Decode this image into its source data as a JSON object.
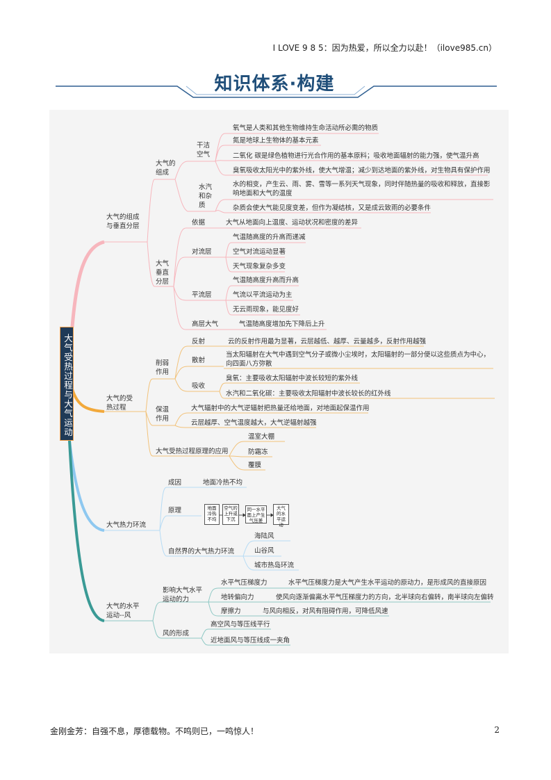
{
  "header": {
    "text": "I LOVE 9 8 5：因为热爱，所以全力以赴！（ilove985.cn）"
  },
  "title": "知识体系·构建",
  "root": "大气受热过程与大气运动",
  "b1": {
    "label": "大气的组成与垂直分层",
    "comp": {
      "label": "大气的组成",
      "dry": {
        "label": "干洁空气",
        "items": [
          "氧气是人类和其他生物维持生命活动所必需的物质",
          "氮是地球上生物体的基本元素",
          "二氧化 碳是绿色植物进行光合作用的基本原料；吸收地面辐射的能力强，使气温升高",
          "臭氧吸收太阳光中的紫外线，使大气增温；减少到达地面的紫外线，对生物具有保护作用"
        ]
      },
      "wv": {
        "label": "水汽和杂质",
        "items": [
          "水的相变，产生云、雨、雾、雪等一系列天气现象，同时伴随热量的吸收和释放，直接影响地面和大气的温度",
          "杂质会使大气能见度变差，但作为凝结核，又是成云致雨的必要条件"
        ]
      }
    },
    "layers": {
      "label": "大气垂直分层",
      "basis": {
        "label": "依据",
        "text": "大气从地面向上温度、运动状况和密度的差异"
      },
      "tropo": {
        "label": "对流层",
        "items": [
          "气温随高度的升高而递减",
          "空气对流运动显著",
          "天气现象复杂多变"
        ]
      },
      "strato": {
        "label": "平流层",
        "items": [
          "气温随高度升高而升高",
          "气流以平流运动为主",
          "无云雨现象，能见度好"
        ]
      },
      "upper": {
        "label": "高层大气",
        "text": "气温随高度增加先下降后上升"
      }
    }
  },
  "b2": {
    "label": "大气的受热过程",
    "weaken": {
      "label": "削弱作用",
      "reflect": {
        "label": "反射",
        "text": "云的反射作用最为显著，云层越低、越厚、云量越多，反射作用越强"
      },
      "scatter": {
        "label": "散射",
        "text": "当太阳辐射在大气中遇到空气分子或微小尘埃时，太阳辐射的一部分便以这些质点为中心，向四面八方弥散"
      },
      "absorb": {
        "label": "吸收",
        "items": [
          "臭氧：主要吸收太阳辐射中波长较短的紫外线",
          "水汽和二氧化碳：主要吸收太阳辐射中波长较长的红外线"
        ]
      }
    },
    "keep": {
      "label": "保温作用",
      "items": [
        "大气辐射中的大气逆辐射把热量还给地面，对地面起保温作用",
        "云层越厚、空气温度越大，大气逆辐射越强"
      ]
    },
    "app": {
      "label": "大气受热过程原理的应用",
      "items": [
        "温室大棚",
        "防霜冻",
        "覆膜"
      ]
    }
  },
  "b3": {
    "label": "大气热力环流",
    "cause": {
      "label": "成因",
      "text": "地面冷热不均"
    },
    "principle": {
      "label": "原理",
      "boxes": [
        "地面冷热不均",
        "空气的上升或下沉",
        "同一水平面上产生气压差",
        "大气的水平运动"
      ]
    },
    "natural": {
      "label": "自然界的大气热力环流",
      "items": [
        "海陆风",
        "山谷风",
        "城市热岛环流"
      ]
    }
  },
  "b4": {
    "label": "大气的水平运动--风",
    "factors": {
      "label": "影响大气水平运动的力",
      "pgf": {
        "label": "水平气压梯度力",
        "text": "水平气压梯度力是大气产生水平运动的原动力，是形成风的直接原因"
      },
      "cor": {
        "label": "地转偏向力",
        "text": "使风向逐渐偏离水平气压梯度力的方向，北半球向右偏转，南半球向左偏转"
      },
      "fric": {
        "label": "摩擦力",
        "text": "与风向相反，对风有阻碍作用，可降低风速"
      }
    },
    "form": {
      "label": "风的形成",
      "items": [
        "高空风与等压线平行",
        "近地面风与等压线成一夹角"
      ]
    }
  },
  "footer": {
    "left": "金刚金芳：自强不息，厚德载物。不鸣则已，一鸣惊人！",
    "page": "2"
  },
  "colors": {
    "title": "#1f4e79",
    "branch1": "#f7b6bd",
    "branch2": "#f2a93b",
    "branch3": "#8ec8f0",
    "branch4": "#3a9a95",
    "root": "#1f3a57"
  }
}
